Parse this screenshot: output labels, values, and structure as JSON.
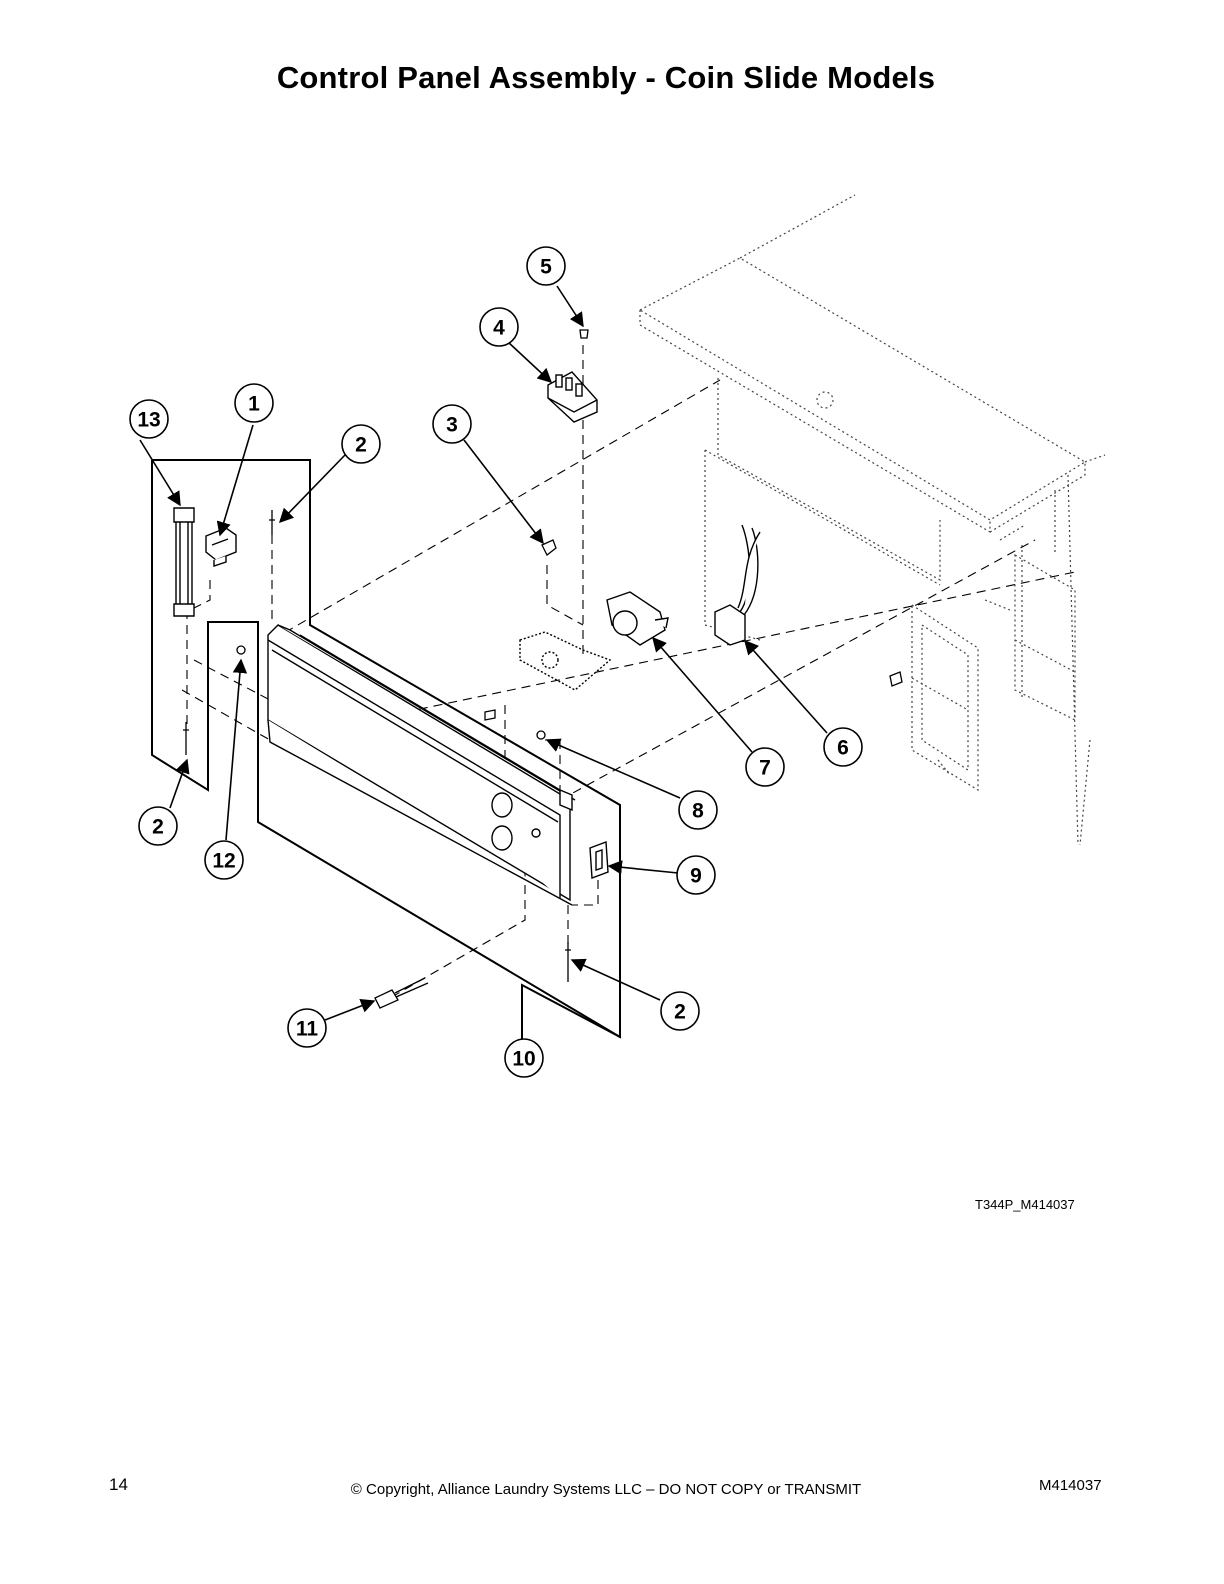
{
  "page": {
    "title": "Control Panel Assembly - Coin Slide Models",
    "figure_id": "T344P_M414037",
    "footer": {
      "page_number": "14",
      "copyright": "© Copyright, Alliance Laundry Systems LLC – DO NOT COPY or TRANSMIT",
      "document_number": "M414037"
    }
  },
  "callouts": [
    "1",
    "2",
    "3",
    "4",
    "5",
    "6",
    "7",
    "8",
    "9",
    "10",
    "11",
    "12",
    "13",
    "2",
    "2"
  ],
  "colors": {
    "ink": "#000000",
    "background": "#ffffff",
    "phantom": "#444444"
  }
}
